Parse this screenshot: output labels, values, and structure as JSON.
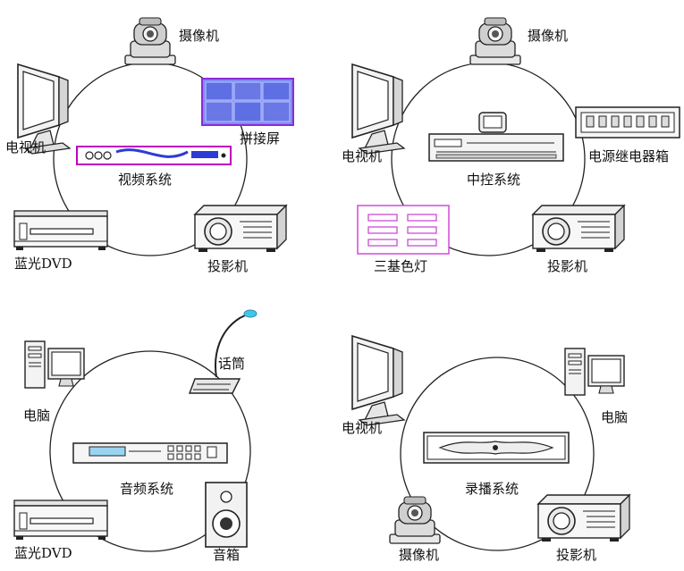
{
  "diagrams": [
    {
      "center": "视频系统",
      "devices": [
        "摄像机",
        "电视机",
        "拼接屏",
        "蓝光DVD",
        "投影机"
      ]
    },
    {
      "center": "中控系统",
      "devices": [
        "摄像机",
        "电视机",
        "电源继电器箱",
        "三基色灯",
        "投影机"
      ]
    },
    {
      "center": "音频系统",
      "devices": [
        "电脑",
        "话筒",
        "蓝光DVD",
        "音箱"
      ]
    },
    {
      "center": "录播系统",
      "devices": [
        "电视机",
        "电脑",
        "摄像机",
        "投影机"
      ]
    }
  ],
  "colors": {
    "outline": "#222222",
    "video_wall": "#6a78e6",
    "video_wall_frame": "#8a2bd6",
    "three_color_lamp": "#d04ad8",
    "mic_tip": "#41c6e8"
  },
  "icons": [
    "camera-icon",
    "tv-monitor-icon",
    "video-wall-icon",
    "video-matrix-icon",
    "bluray-player-icon",
    "projector-icon",
    "control-host-icon",
    "touch-panel-icon",
    "relay-box-icon",
    "three-color-lamp-icon",
    "desktop-pc-icon",
    "gooseneck-mic-icon",
    "audio-processor-icon",
    "speaker-icon",
    "recorder-rack-icon"
  ]
}
